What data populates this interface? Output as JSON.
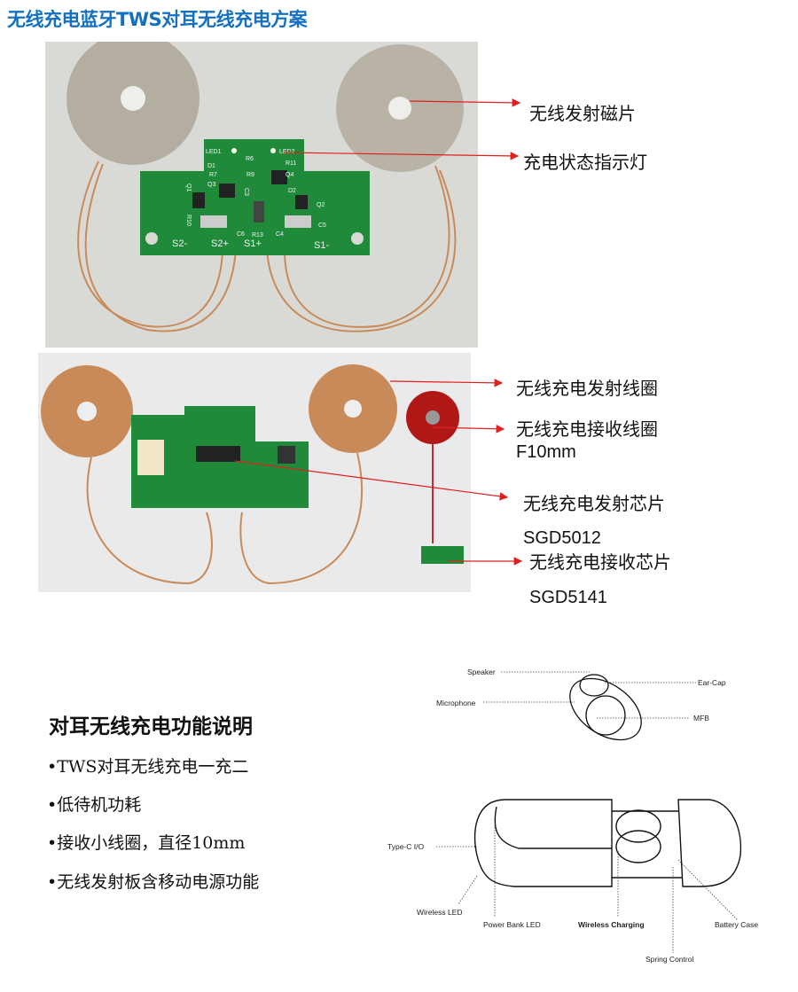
{
  "title": "无线充电蓝牙TWS对耳无线充电方案",
  "photo1": {
    "pcb_silkscreen": [
      "LED1",
      "LED2",
      "R6",
      "R11",
      "D1",
      "Q4",
      "R7",
      "R9",
      "D2",
      "Q3",
      "Q1",
      "C3",
      "Q2",
      "C5",
      "R10",
      "C6",
      "R13",
      "C4",
      "S2-",
      "S2+",
      "S1+",
      "S1-"
    ],
    "callouts": [
      {
        "label": "无线发射磁片"
      },
      {
        "label": "充电状态指示灯"
      }
    ]
  },
  "photo2": {
    "callouts": [
      {
        "label": "无线充电发射线圈"
      },
      {
        "label": "无线充电接收线圈",
        "sub": "F10mm"
      },
      {
        "label": "无线充电发射芯片",
        "sub": "SGD5012"
      },
      {
        "label": "无线充电接收芯片",
        "sub": "SGD5141"
      }
    ]
  },
  "features": {
    "heading": "对耳无线充电功能说明",
    "items": [
      "•TWS对耳无线充电一充二",
      "•低待机功耗",
      "•接收小线圈，直径10mm",
      "•无线发射板含移动电源功能"
    ]
  },
  "diagram": {
    "earbud_labels": {
      "speaker": "Speaker",
      "microphone": "Microphone",
      "ear_cap": "Ear-Cap",
      "mfb": "MFB"
    },
    "case_labels": {
      "type_c": "Type-C  I/O",
      "wireless_led": "Wireless  LED",
      "power_bank_led": "Power  Bank  LED",
      "wireless_charging": "Wireless  Charging",
      "battery_case": "Battery  Case",
      "spring_control": "Spring  Control"
    }
  },
  "colors": {
    "title": "#1470c0",
    "arrow": "#e02020",
    "pcb": "#1f8a3a",
    "coil": "#c98a5a"
  }
}
